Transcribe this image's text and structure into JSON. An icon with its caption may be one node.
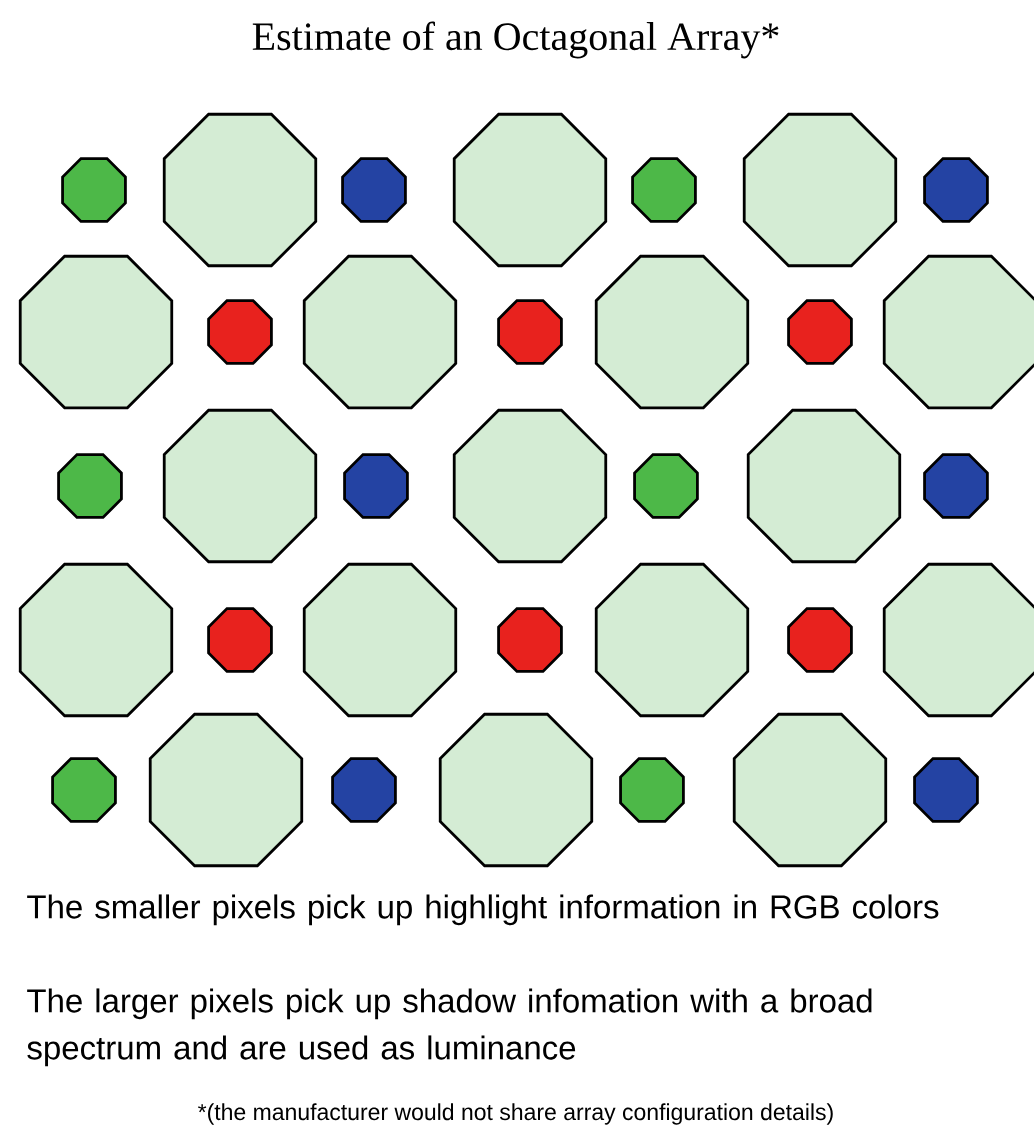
{
  "diagram": {
    "title": "Estimate of an Octagonal Array*",
    "labels": [
      "The smaller pixels pick up highlight information in RGB colors",
      "The larger pixels pick up shadow infomation with a broad spectrum and are used as luminance",
      "*(the manufacturer would not share array configuration details)"
    ]
  }
}
